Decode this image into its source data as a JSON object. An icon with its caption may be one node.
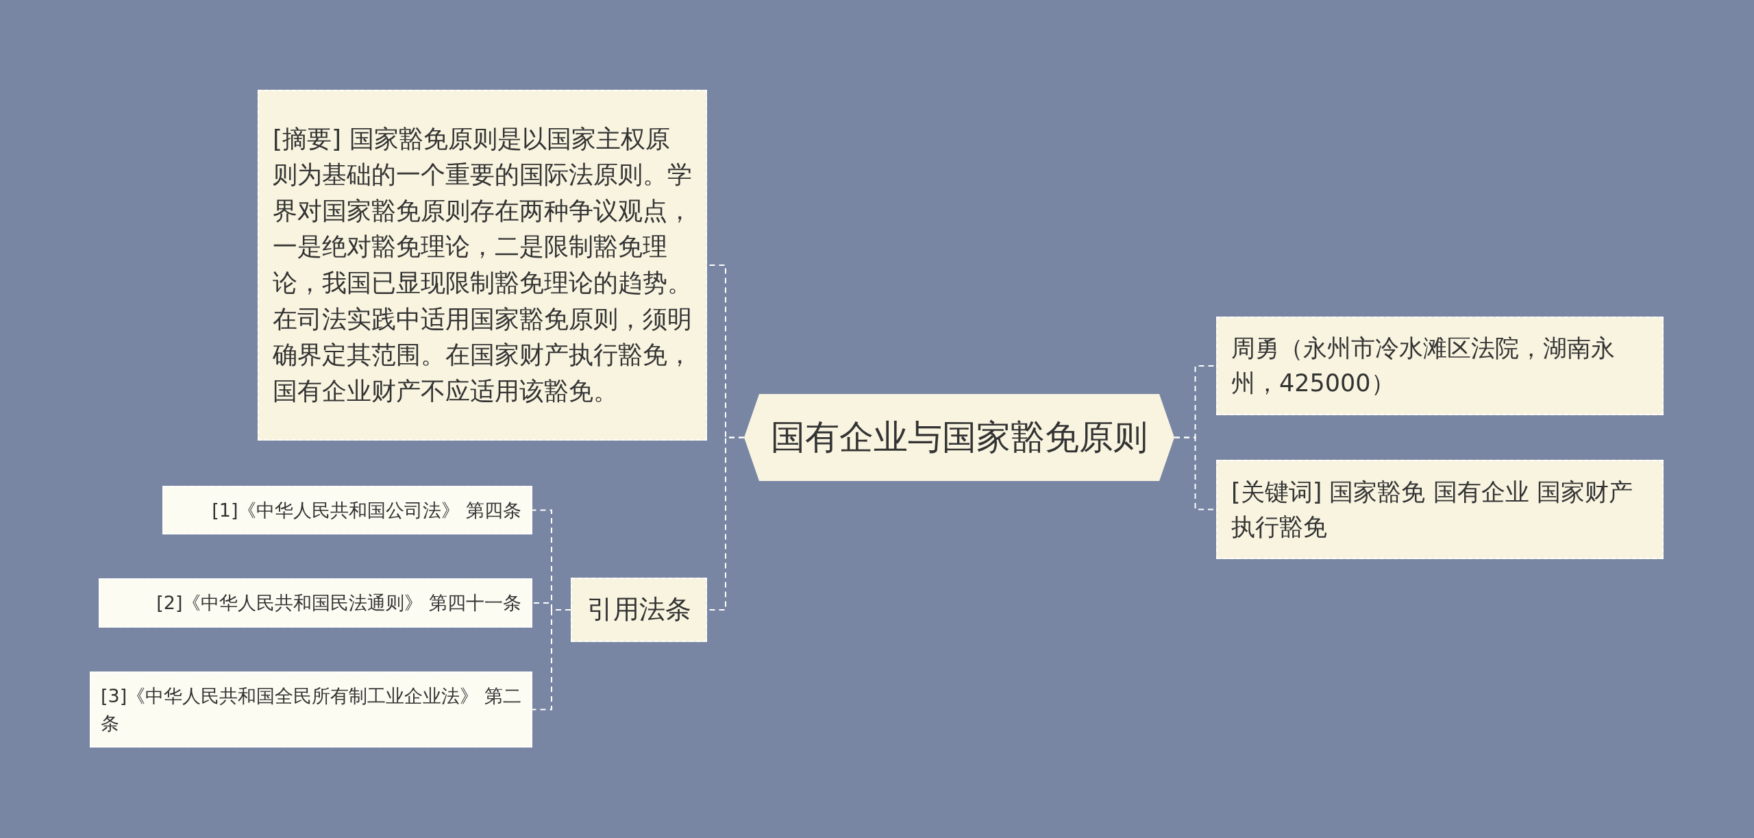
{
  "diagram": {
    "nodes": [
      {
        "text": [
          "国有企业与国家豁免原则"
        ]
      },
      {
        "text": [
          "[摘要] 国家豁免原则是以国家主权原则为基础的一个重要的国际法原则。学界对国家豁免原则存在两种争议观点，一是绝对豁免理论，二是限制豁免理论，我国已显现限制豁免理论的趋势。在司法实践中适用国家豁免原则，须明确界定其范围。在国家财产执行豁免，国有企业财产不应适用该豁免。"
        ]
      },
      {
        "text": [
          "引用法条"
        ]
      },
      {
        "text": [
          "[1]《中华人民共和国公司法》 第四条"
        ]
      },
      {
        "text": [
          "[2]《中华人民共和国民法通则》 第四十一条"
        ]
      },
      {
        "text": [
          "[3]《中华人民共和国全民所有制工业企业法》 第二条"
        ]
      },
      {
        "text": [
          "周勇（永州市冷水滩区法院，湖南永州，425000）"
        ]
      },
      {
        "text": [
          "[关键词] 国家豁免 国有企业 国家财产执行豁免"
        ]
      }
    ],
    "edges": [
      {
        "from": 0,
        "to": 1,
        "arrow": "none",
        "style": "dashed"
      },
      {
        "from": 0,
        "to": 2,
        "arrow": "none",
        "style": "dashed"
      },
      {
        "from": 2,
        "to": 3,
        "arrow": "none",
        "style": "dashed"
      },
      {
        "from": 2,
        "to": 4,
        "arrow": "none",
        "style": "dashed"
      },
      {
        "from": 2,
        "to": 5,
        "arrow": "none",
        "style": "dashed"
      },
      {
        "from": 0,
        "to": 6,
        "arrow": "none",
        "style": "dashed"
      },
      {
        "from": 0,
        "to": 7,
        "arrow": "none",
        "style": "dashed"
      }
    ]
  }
}
